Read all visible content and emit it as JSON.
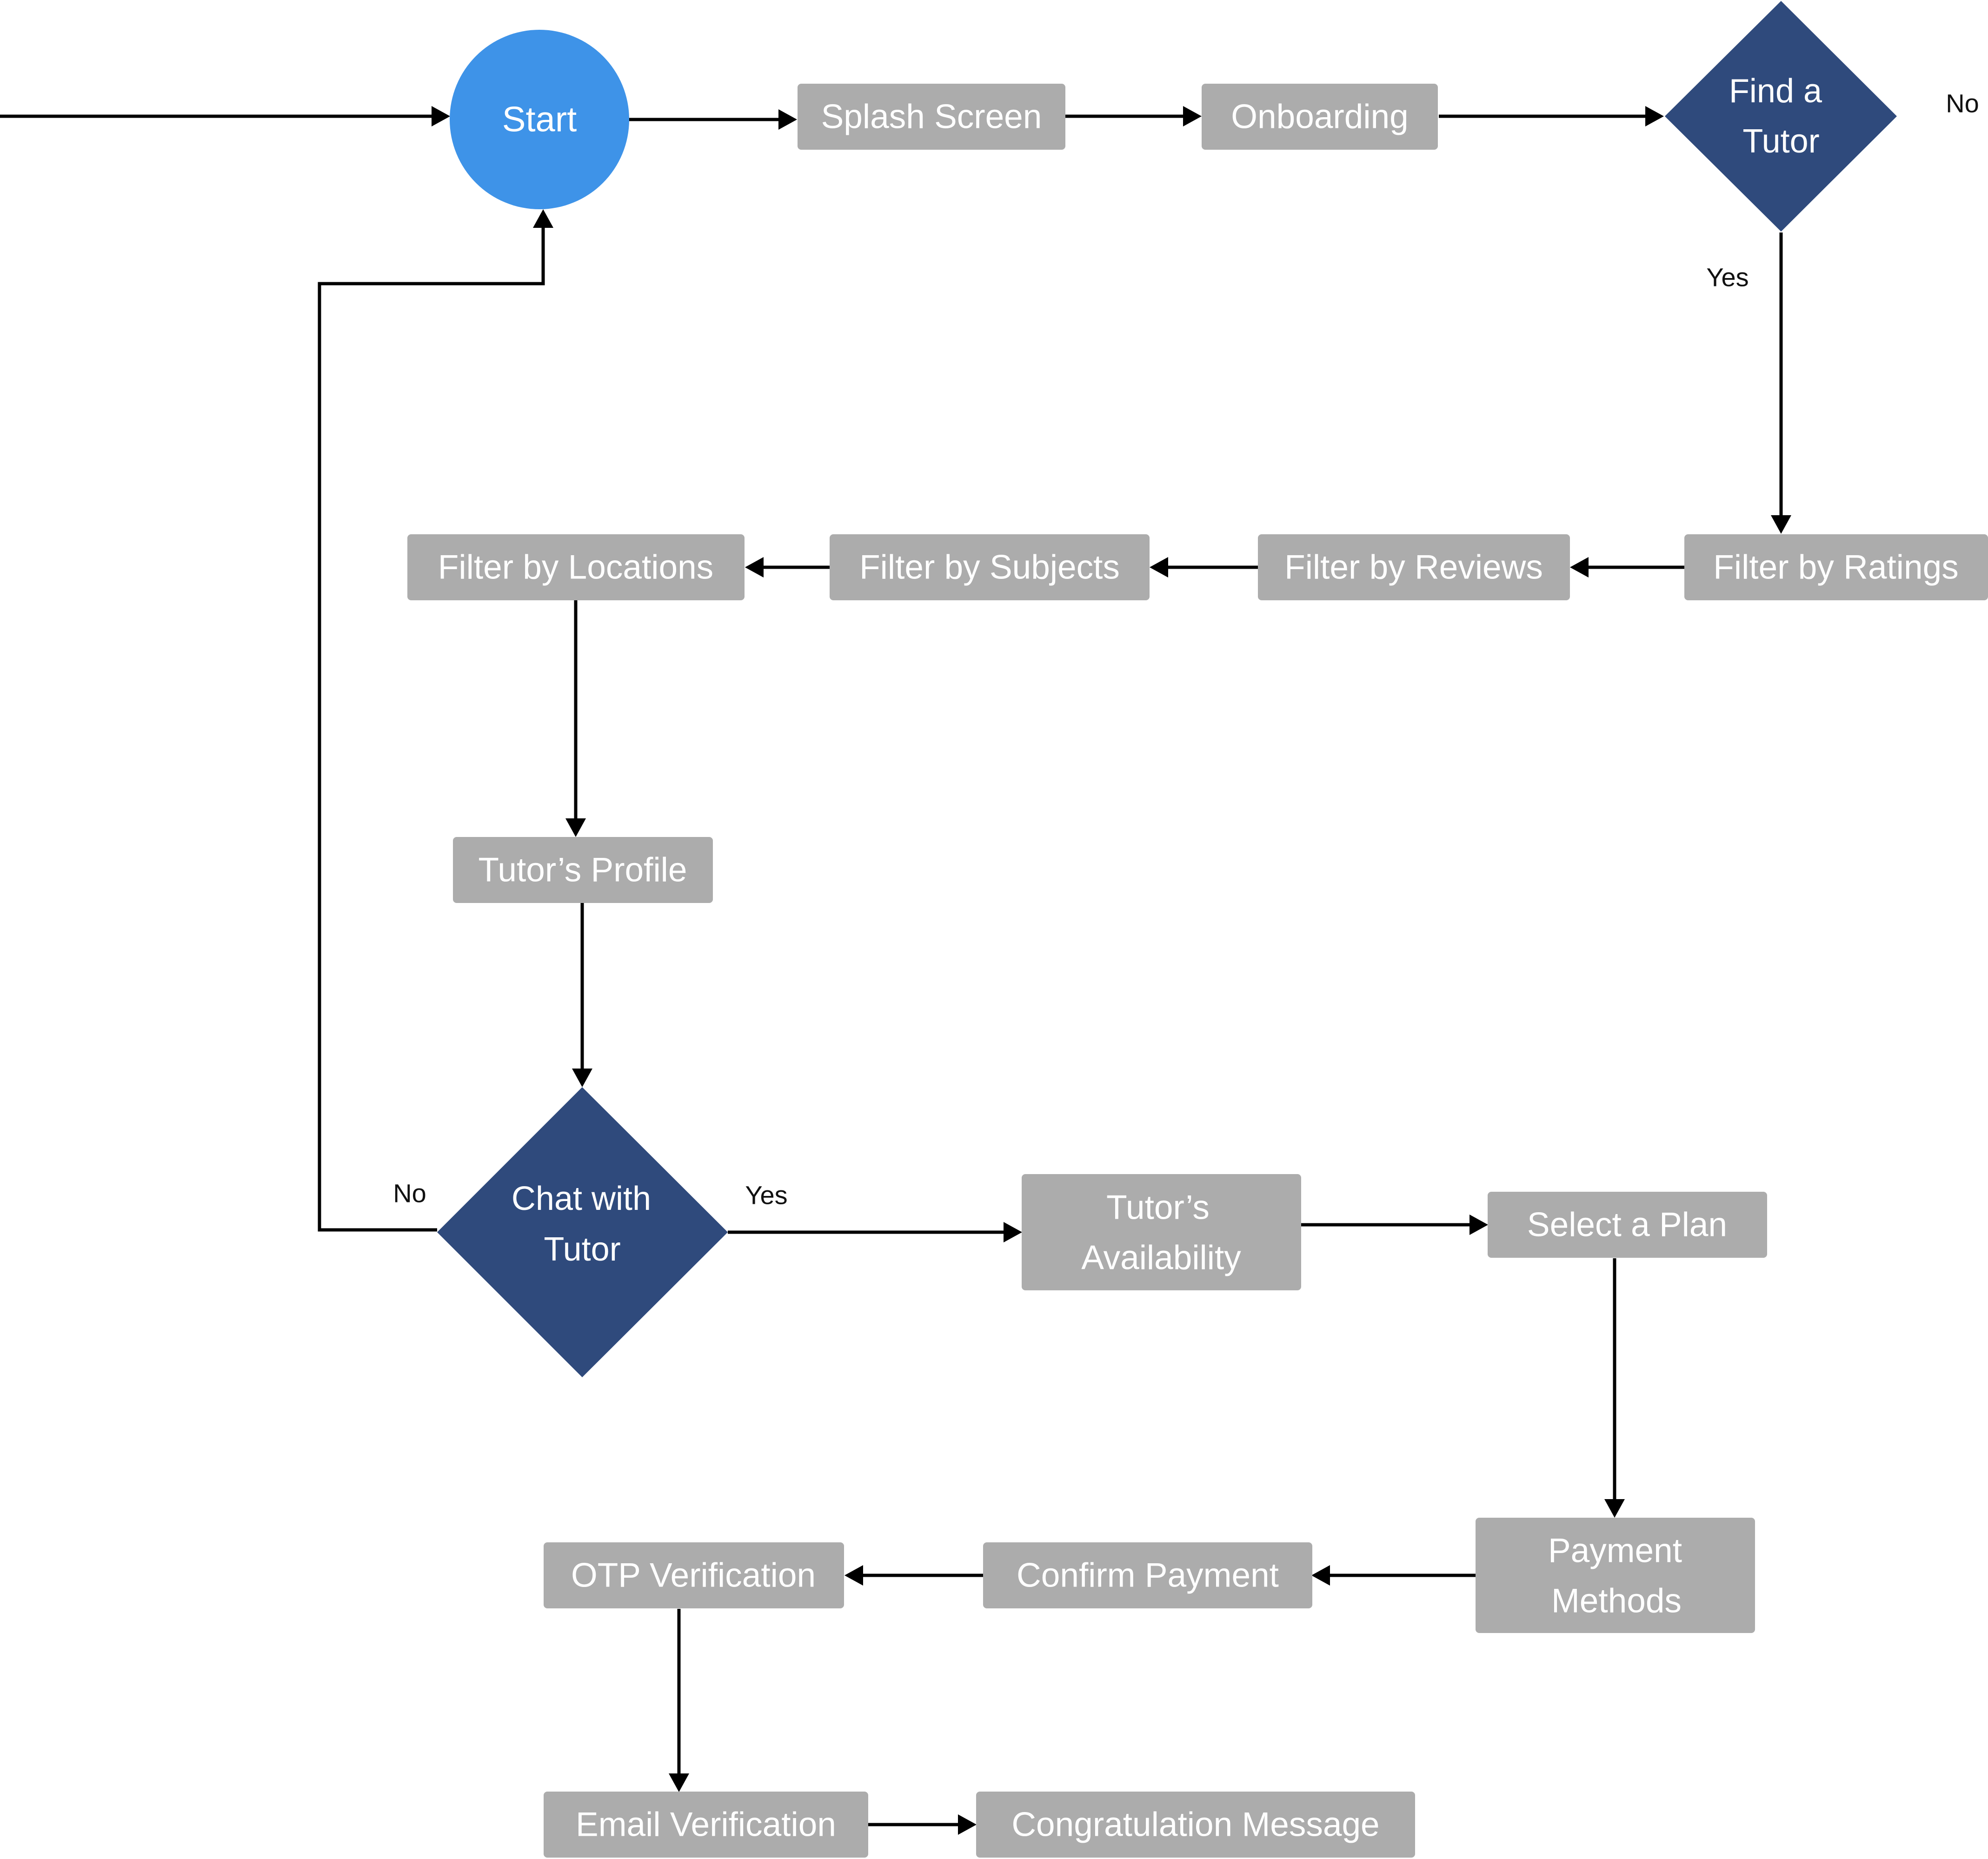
{
  "start": {
    "label": "Start",
    "color": "#3e93e8"
  },
  "steps": {
    "splash_screen": "Splash Screen",
    "onboarding": "Onboarding",
    "filter_ratings": "Filter by Ratings",
    "filter_reviews": "Filter by Reviews",
    "filter_subjects": "Filter by Subjects",
    "filter_locations": "Filter by Locations",
    "tutor_profile": "Tutor’s Profile",
    "tutor_availability_line1": "Tutor’s",
    "tutor_availability_line2": "Availability",
    "select_plan": "Select a Plan",
    "payment_methods_line1": "Payment",
    "payment_methods_line2": "Methods",
    "confirm_payment": "Confirm Payment",
    "otp_verification": "OTP Verification",
    "email_verification": "Email Verification",
    "congratulation_message": "Congratulation Message"
  },
  "decisions": {
    "find_tutor_line1": "Find a",
    "find_tutor_line2": "Tutor",
    "chat_tutor_line1": "Chat with",
    "chat_tutor_line2": "Tutor"
  },
  "branches": {
    "find_tutor_no": "No",
    "find_tutor_yes": "Yes",
    "chat_tutor_no": "No",
    "chat_tutor_yes": "Yes"
  },
  "colors": {
    "process_box": "#acacac",
    "decision": "#2f4a7c",
    "start": "#3e93e8",
    "connector": "#000000"
  }
}
